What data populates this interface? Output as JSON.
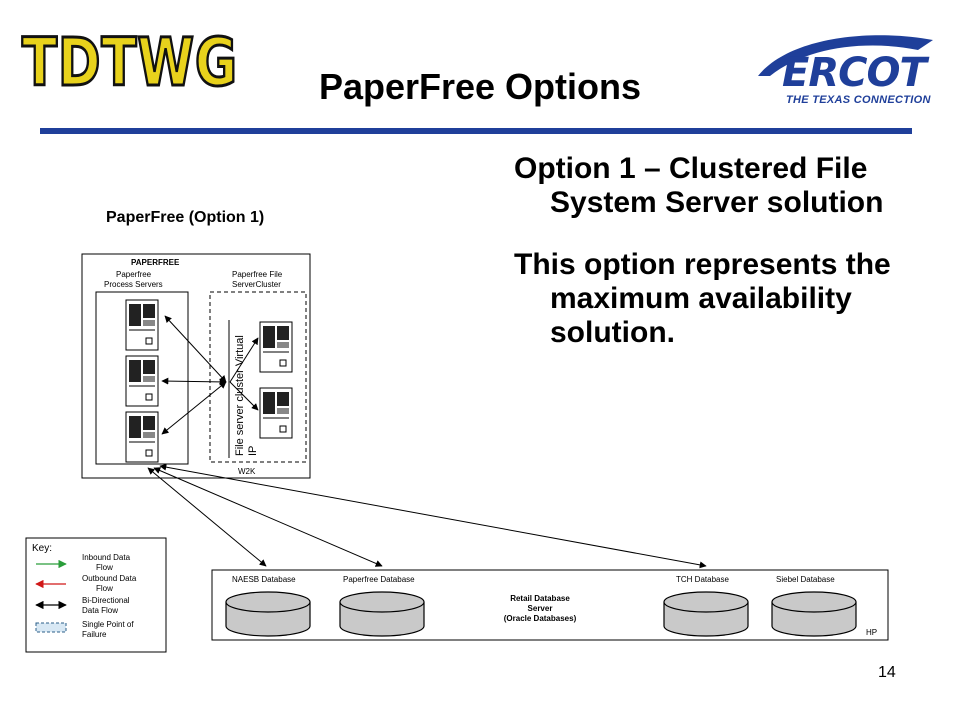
{
  "header": {
    "logo_left_text": "TDTWG",
    "title": "PaperFree Options",
    "logo_right_word": "ERCOT",
    "logo_right_tagline": "THE TEXAS CONNECTION"
  },
  "colors": {
    "rule": "#1f3f9a",
    "ercot_blue": "#1f3f9a",
    "tdtwg_yellow": "#e8d21c"
  },
  "body": {
    "point1": "Option 1 – Clustered File System Server solution",
    "point2": "This option represents the maximum availability solution."
  },
  "diagram": {
    "title": "PaperFree (Option 1)",
    "outer_label": "PAPERFREE",
    "process_servers_label_1": "Paperfree",
    "process_servers_label_2": "Process Servers",
    "file_cluster_label_1": "Paperfree File",
    "file_cluster_label_2": "ServerCluster",
    "virtual_ip_label_1": "File server cluster Virtual",
    "virtual_ip_label_2": "IP",
    "w2k_label": "W2K",
    "db_server": {
      "databases": [
        "NAESB Database",
        "Paperfree Database",
        "TCH Database",
        "Siebel Database"
      ],
      "server_line_1": "Retail Database",
      "server_line_2": "Server",
      "server_line_3": "(Oracle Databases)",
      "platform": "HP"
    },
    "key": {
      "title": "Key:",
      "inbound_1": "Inbound Data",
      "inbound_2": "Flow",
      "outbound_1": "Outbound Data",
      "outbound_2": "Flow",
      "bidir_1": "Bi-Directional",
      "bidir_2": "Data Flow",
      "spof_1": "Single Point of",
      "spof_2": "Failure"
    }
  },
  "footer": {
    "page_number": "14"
  }
}
